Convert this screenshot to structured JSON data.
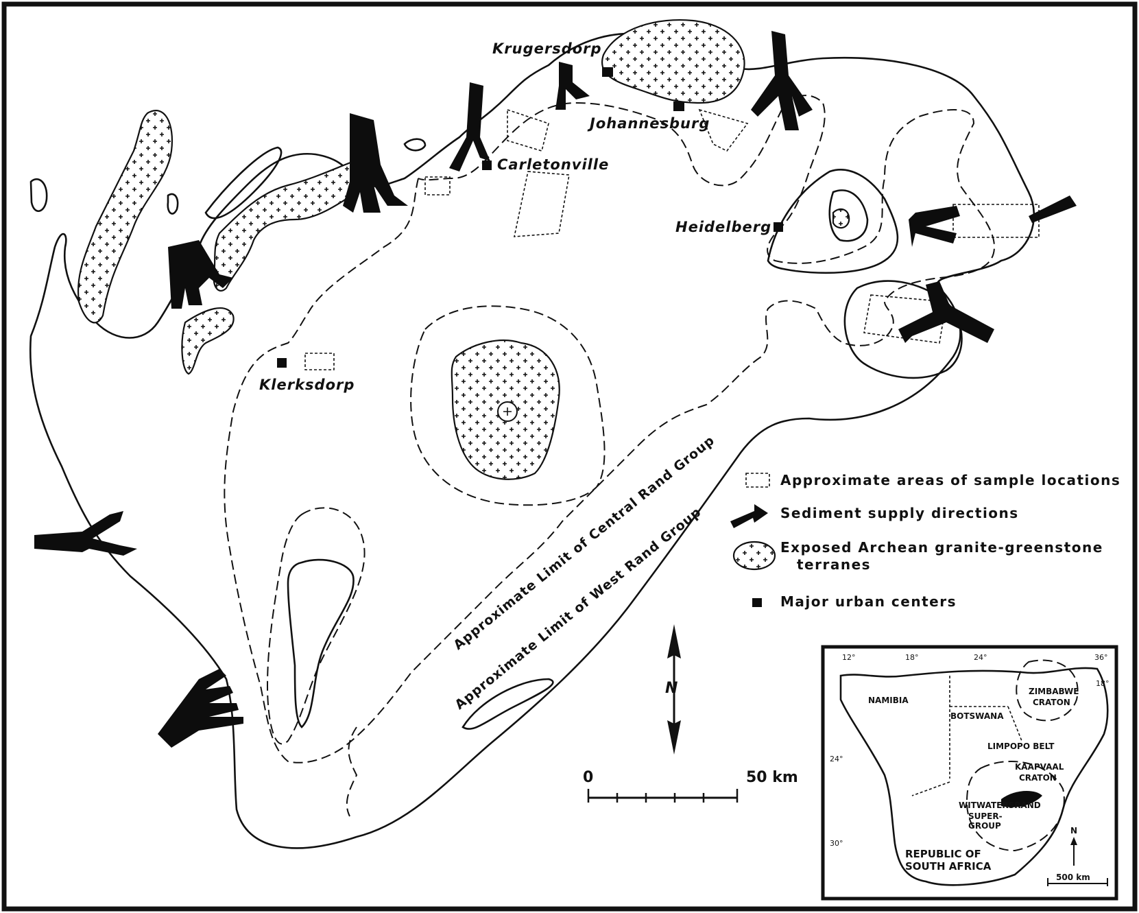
{
  "map": {
    "places": {
      "krugersdorp": "Krugersdorp",
      "johannesburg": "Johannesburg",
      "carletonville": "Carletonville",
      "heidelberg": "Heidelberg",
      "klerksdorp": "Klerksdorp"
    },
    "limits": {
      "central": "Approximate Limit of Central Rand Group",
      "west": "Approximate Limit of West Rand Group"
    },
    "north_label": "N",
    "scale": {
      "start": "0",
      "end": "50 km"
    }
  },
  "legend": {
    "sample": "Approximate areas of sample locations",
    "sediment": "Sediment supply directions",
    "granite_line1": "Exposed Archean granite-greenstone",
    "granite_line2": "terranes",
    "urban": "Major urban centers"
  },
  "inset": {
    "countries": {
      "namibia": "NAMIBIA",
      "botswana": "BOTSWANA",
      "rsa_line1": "REPUBLIC OF",
      "rsa_line2": "SOUTH AFRICA"
    },
    "units": {
      "zimbabwe1": "ZIMBABWE",
      "zimbabwe2": "CRATON",
      "limpopo": "LIMPOPO BELT",
      "kaapvaal1": "KAAPVAAL",
      "kaapvaal2": "CRATON",
      "witwatersrand1": "WITWATERSRAND",
      "witwatersrand2": "SUPER-",
      "witwatersrand3": "GROUP"
    },
    "degrees": {
      "lon12": "12°",
      "lon18": "18°",
      "lon24": "24°",
      "lon36": "36°",
      "lat18": "18°",
      "lat24": "24°",
      "lat30": "30°"
    },
    "north_label": "N",
    "scale": "500 km"
  },
  "colors": {
    "ink": "#111111",
    "paper": "#ffffff"
  }
}
